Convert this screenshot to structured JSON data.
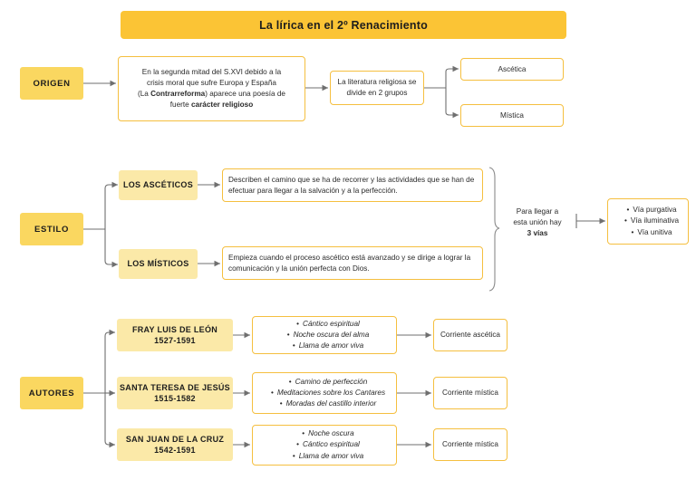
{
  "header": {
    "title": "La lírica en el 2º Renacimiento"
  },
  "sections": {
    "origen": {
      "label": "ORIGEN",
      "description_parts": {
        "l1": "En la segunda mitad del S.XVI debido a la",
        "l2": "crisis moral que sufre Europa y España",
        "l3a": "(La ",
        "l3b": "Contrarreforma",
        "l3c": ") aparece una poesía de",
        "l4a": "fuerte ",
        "l4b": "carácter religioso"
      },
      "split_note": "La literatura religiosa se divide en 2 grupos",
      "groups": [
        {
          "label": "Ascética"
        },
        {
          "label": "Mística"
        }
      ]
    },
    "estilo": {
      "label": "ESTILO",
      "branches": [
        {
          "label": "LOS ASCÉTICOS",
          "description": "Describen el camino que se ha de recorrer y las actividades que se han de efectuar para llegar a la salvación y a la perfección."
        },
        {
          "label": "LOS MÍSTICOS",
          "description": "Empieza cuando el proceso ascético está avanzado y se dirige a lograr la comunicación y la unión perfecta con Dios."
        }
      ],
      "brace_note": {
        "l1": "Para llegar a",
        "l2": "esta unión hay",
        "l3": "3 vías"
      },
      "vias": [
        "Vía purgativa",
        "Vía iluminativa",
        "Vía unitiva"
      ]
    },
    "autores": {
      "label": "AUTORES",
      "items": [
        {
          "name": "FRAY LUIS DE LEÓN",
          "dates": "1527-1591",
          "works": [
            "Cántico espiritual",
            "Noche oscura del alma",
            "Llama de amor viva"
          ],
          "corriente": "Corriente ascética"
        },
        {
          "name": "SANTA TERESA DE JESÚS",
          "dates": "1515-1582",
          "works": [
            "Camino de perfección",
            "Meditaciones sobre los Cantares",
            "Moradas del castillo interior"
          ],
          "corriente": "Corriente mística"
        },
        {
          "name": "SAN JUAN DE LA CRUZ",
          "dates": "1542-1591",
          "works": [
            "Noche oscura",
            "Cántico espiritual",
            "Llama de amor viva"
          ],
          "corriente": "Corriente mística"
        }
      ]
    }
  },
  "colors": {
    "banner": "#fbc435",
    "category": "#fad760",
    "pale_box": "#fbe9a8",
    "box_border": "#f5bf3f",
    "connector": "#6f6f6f",
    "text": "#232323"
  }
}
